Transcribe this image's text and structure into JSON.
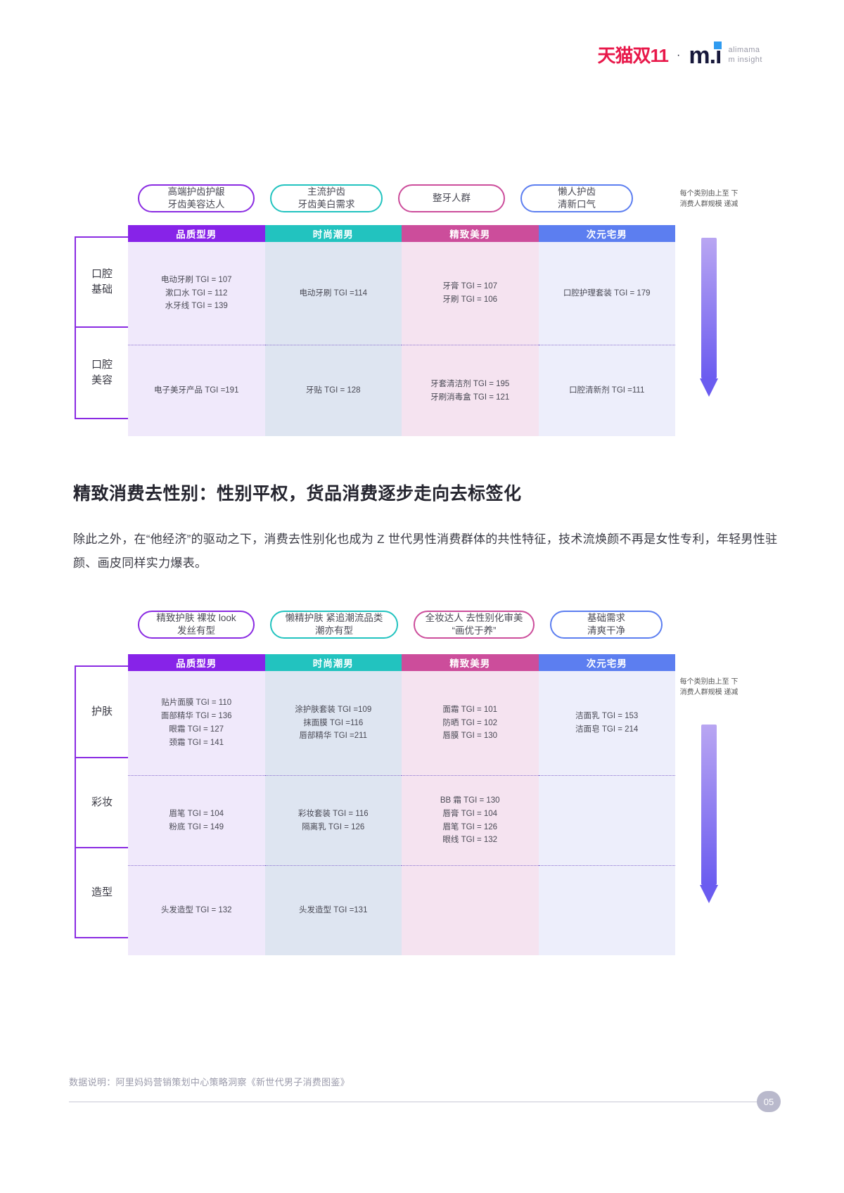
{
  "logo": {
    "tmall": "天猫双11",
    "separator": "·",
    "mi": "m.i",
    "name_line1": "alimama",
    "name_line2": "m insight"
  },
  "section1": {
    "pills": [
      "高端护齿护龈\n牙齿美容达人",
      "主流护齿\n牙齿美白需求",
      "整牙人群",
      "懒人护齿\n清新口气"
    ],
    "columns": [
      "品质型男",
      "时尚潮男",
      "精致美男",
      "次元宅男"
    ],
    "categories": [
      "口腔\n基础",
      "口腔\n美容"
    ],
    "note": "每个类别由上至\n下消费人群规模\n递减",
    "cells": [
      [
        "电动牙刷 TGI = 107\n漱口水  TGI =  112\n水牙线  TGI =  139",
        "电动牙刷  TGI =114",
        "牙膏 TGI = 107\n牙刷 TGI = 106",
        "口腔护理套装  TGI = 179"
      ],
      [
        "电子美牙产品  TGI =191",
        "牙贴  TGI = 128",
        "牙套清洁剂  TGI = 195\n牙刷消毒盒  TGI = 121",
        "口腔清新剂 TGI =111"
      ]
    ]
  },
  "section2": {
    "title": "精致消费去性别：性别平权，货品消费逐步走向去标签化",
    "body": "除此之外，在“他经济”的驱动之下，消费去性别化也成为 Z 世代男性消费群体的共性特征，技术流焕颜不再是女性专利，年轻男性驻颜、画皮同样实力爆表。",
    "pills": [
      "精致护肤 裸妆 look\n发丝有型",
      "懒精护肤 紧追潮流品类\n潮亦有型",
      "全妆达人  去性别化审美\n“画优于养”",
      "基础需求\n清爽干净"
    ],
    "columns": [
      "品质型男",
      "时尚潮男",
      "精致美男",
      "次元宅男"
    ],
    "categories": [
      "护肤",
      "彩妆",
      "造型"
    ],
    "note": "每个类别由上至\n下消费人群规模\n递减",
    "cells": [
      [
        "贴片面膜  TGI = 110\n面部精华  TGI = 136\n眼霜    TGI =  127\n颈霜    TGI =  141",
        "涂护肤套装  TGI =109\n抹面膜  TGI =116\n唇部精华  TGI =211",
        "面霜  TGI = 101\n防晒  TGI = 102\n唇膜  TGI = 130",
        "洁面乳  TGI = 153\n洁面皂  TGI = 214"
      ],
      [
        "眉笔   TGI = 104\n粉底   TGI = 149",
        "彩妆套装 TGI = 116\n隔离乳  TGI = 126",
        "BB 霜  TGI = 130\n唇膏  TGI = 104\n眉笔  TGI = 126\n眼线 TGI = 132",
        ""
      ],
      [
        "头发造型 TGI = 132",
        "头发造型 TGI =131",
        "",
        ""
      ]
    ]
  },
  "footer": {
    "note": "数据说明：阿里妈妈营销策划中心策略洞察《新世代男子消费图鉴》",
    "page": "05"
  },
  "colors": {
    "col0": "#8723e8",
    "col1": "#22c3bf",
    "col2": "#cc4d9b",
    "col3": "#5c7ef0",
    "accent": "#8a2be2",
    "brand_red": "#e8184a"
  }
}
